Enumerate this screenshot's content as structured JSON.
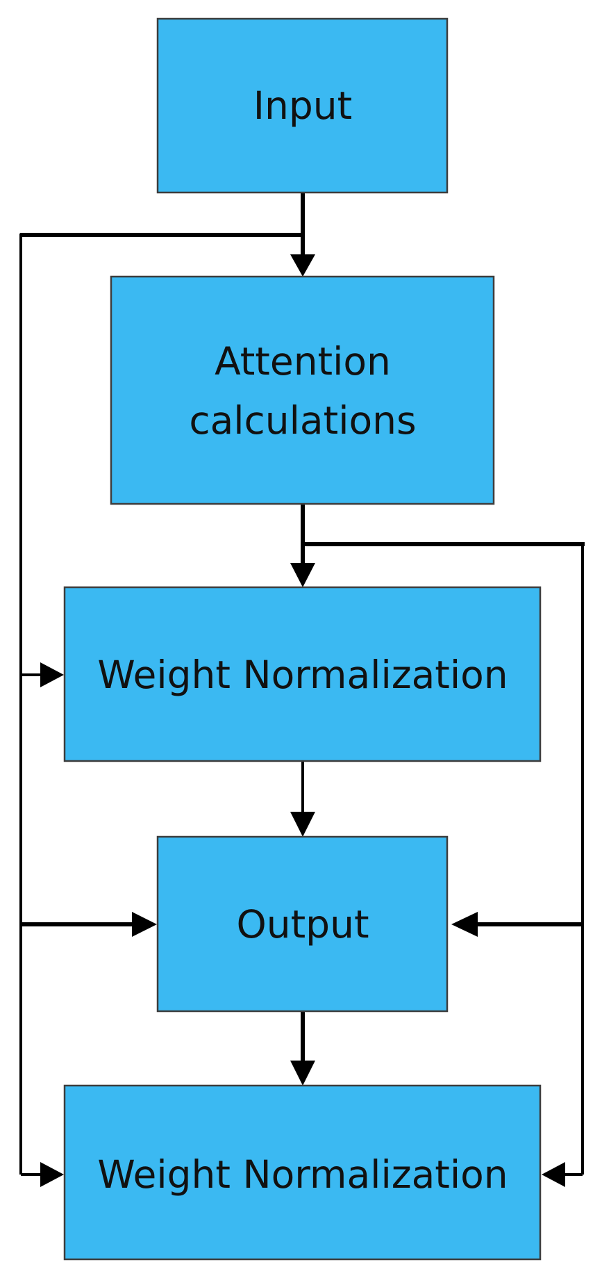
{
  "diagram": {
    "nodes": [
      {
        "id": "input",
        "lines": [
          "Input"
        ]
      },
      {
        "id": "attention",
        "lines": [
          "Attention",
          "calculations"
        ]
      },
      {
        "id": "weight-norm-1",
        "lines": [
          "Weight Normalization"
        ]
      },
      {
        "id": "output",
        "lines": [
          "Output"
        ]
      },
      {
        "id": "weight-norm-2",
        "lines": [
          "Weight Normalization"
        ]
      }
    ],
    "edges": [
      {
        "from": "input",
        "to": "attention"
      },
      {
        "from": "input",
        "to": "weight-norm-1"
      },
      {
        "from": "input",
        "to": "output"
      },
      {
        "from": "input",
        "to": "weight-norm-2"
      },
      {
        "from": "attention",
        "to": "weight-norm-1"
      },
      {
        "from": "attention",
        "to": "output"
      },
      {
        "from": "attention",
        "to": "weight-norm-2"
      },
      {
        "from": "weight-norm-1",
        "to": "output"
      },
      {
        "from": "output",
        "to": "weight-norm-2"
      }
    ],
    "colors": {
      "node_fill": "#3BB9F2",
      "node_border": "#3d3d3d",
      "edge": "#000000",
      "text": "#111111"
    }
  }
}
